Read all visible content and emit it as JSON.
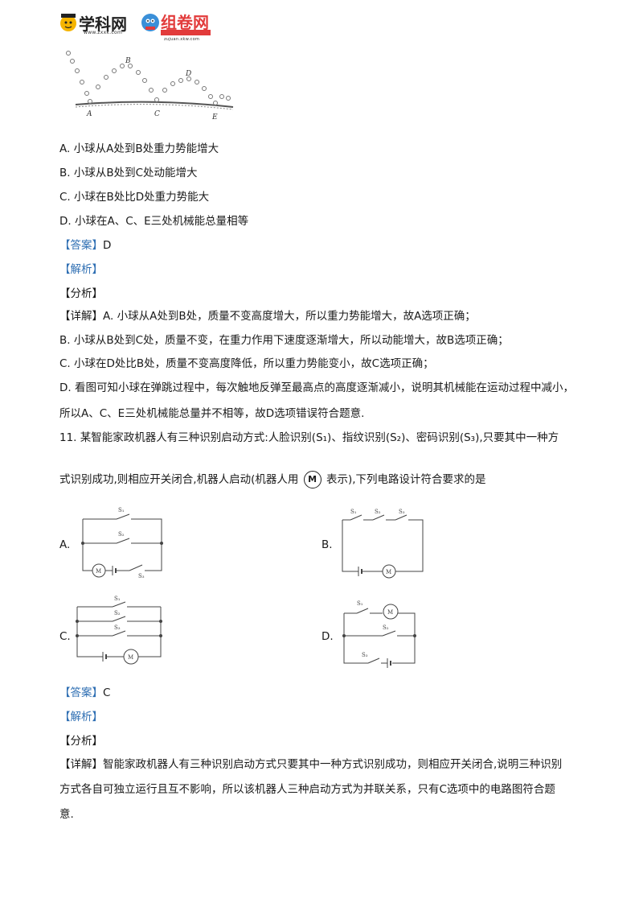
{
  "header": {
    "logo1_text": "学科网",
    "logo1_url": "www.zxxk.com",
    "logo2_text": "组卷网",
    "logo2_url": "zujuan.xkw.com"
  },
  "q10": {
    "figure_labels": {
      "a": "A",
      "b": "B",
      "c": "C",
      "d": "D",
      "e": "E"
    },
    "options": [
      "A. 小球从A处到B处重力势能增大",
      "B. 小球从B处到C处动能增大",
      "C. 小球在B处比D处重力势能大",
      "D. 小球在A、C、E三处机械能总量相等"
    ],
    "answer_label": "【答案】",
    "answer_value": "D",
    "analysis_label": "【解析】",
    "fenxi_label": "【分析】",
    "detail": [
      "【详解】A. 小球从A处到B处，质量不变高度增大，所以重力势能增大，故A选项正确；",
      "B. 小球从B处到C处，质量不变，在重力作用下速度逐渐增大，所以动能增大，故B选项正确；",
      "C. 小球在D处比B处，质量不变高度降低，所以重力势能变小，故C选项正确；",
      "D. 看图可知小球在弹跳过程中，每次触地反弹至最高点的高度逐渐减小，说明其机械能在运动过程中减小，",
      "所以A、C、E三处机械能总量并不相等，故D选项错误符合题意."
    ]
  },
  "q11": {
    "stem_line1": "11. 某智能家政机器人有三种识别启动方式:人脸识别(S₁)、指纹识别(S₂)、密码识别(S₃),只要其中一种方",
    "stem_line2_a": "式识别成功,则相应开关闭合,机器人启动(机器人用",
    "motor_symbol": "M",
    "stem_line2_b": "表示),下列电路设计符合要求的是",
    "option_labels": [
      "A.",
      "B.",
      "C.",
      "D."
    ],
    "switch_labels": [
      "S₁",
      "S₂",
      "S₃"
    ],
    "answer_label": "【答案】",
    "answer_value": "C",
    "analysis_label": "【解析】",
    "fenxi_label": "【分析】",
    "detail": [
      "【详解】智能家政机器人有三种识别启动方式只要其中一种方式识别成功，则相应开关闭合,说明三种识别",
      "方式各自可独立运行且互不影响，所以该机器人三种启动方式为并联关系，只有C选项中的电路图符合题",
      "意."
    ]
  }
}
